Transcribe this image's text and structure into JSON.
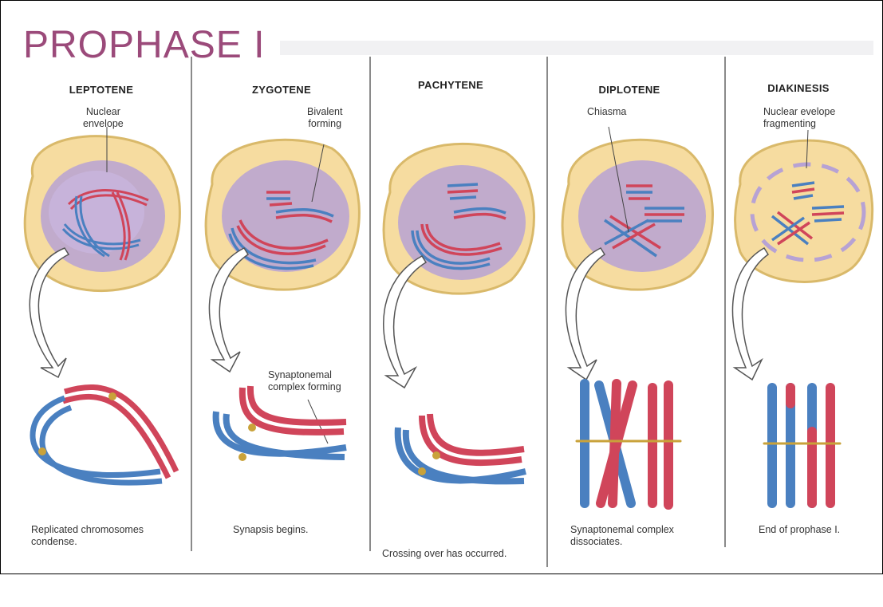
{
  "title": "PROPHASE I",
  "stages": [
    {
      "name": "LEPTOTENE",
      "label": "Nuclear\nenvelope",
      "caption": "Replicated chromosomes\ncondense."
    },
    {
      "name": "ZYGOTENE",
      "label": "Bivalent\nforming",
      "label2": "Synaptonemal\ncomplex forming",
      "caption": "Synapsis begins."
    },
    {
      "name": "PACHYTENE",
      "caption": "Crossing over has occurred."
    },
    {
      "name": "DIPLOTENE",
      "label": "Chiasma",
      "caption": "Synaptonemal complex\ndissociates."
    },
    {
      "name": "DIAKINESIS",
      "label": "Nuclear evelope\nfragmenting",
      "caption": "End of prophase I."
    }
  ],
  "colors": {
    "title": "#9b4a7a",
    "maternal": "#d0455a",
    "paternal": "#4a80c0",
    "cell": "#f6dca0",
    "nucleus": "#b7a2d4",
    "crossover": "#c9a23a"
  }
}
